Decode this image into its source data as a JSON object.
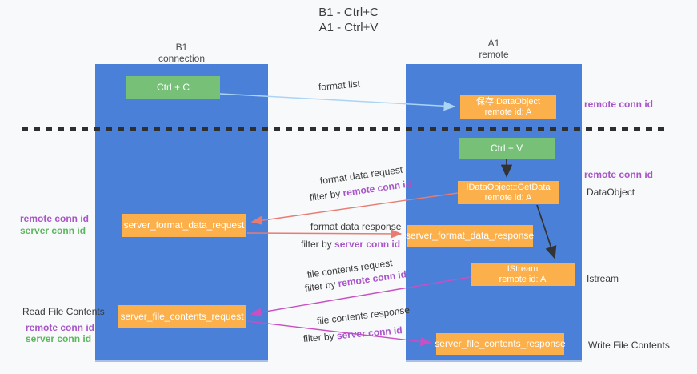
{
  "title": {
    "line1": "B1 - Ctrl+C",
    "line2": "A1 - Ctrl+V"
  },
  "lanes": {
    "left": {
      "name": "B1",
      "subtitle": "connection"
    },
    "right": {
      "name": "A1",
      "subtitle": "remote"
    }
  },
  "boxes": {
    "ctrl_c": {
      "label": "Ctrl + C"
    },
    "ctrl_v": {
      "label": "Ctrl + V"
    },
    "save_dataobject": {
      "line1": "保存IDataObject",
      "line2": "remote id: A"
    },
    "getdata": {
      "line1": "IDataObject::GetData",
      "line2": "remote id: A"
    },
    "istream": {
      "line1": "IStream",
      "line2": "remote id: A"
    },
    "format_request": {
      "label": "server_format_data_request"
    },
    "format_response": {
      "label": "server_format_data_response"
    },
    "file_request": {
      "label": "server_file_contents_request"
    },
    "file_response": {
      "label": "server_file_contents_response"
    }
  },
  "side_labels": {
    "right_remote_conn_1": "remote conn id",
    "right_remote_conn_2": "remote conn id",
    "dataobject": "DataObject",
    "istream": "Istream",
    "write_file": "Write File Contents",
    "read_file": "Read File Contents",
    "left_remote_conn_1": "remote conn id",
    "left_server_conn_1": "server conn id",
    "left_remote_conn_2": "remote conn id",
    "left_server_conn_2": "server conn id"
  },
  "flow_labels": {
    "format_list": "format list",
    "format_data_request": "format data request",
    "filter_by_1": "filter by ",
    "remote_conn_1": "remote conn id",
    "format_data_response": "format data response",
    "filter_by_2": "filter by ",
    "server_conn_2": "server conn id",
    "file_contents_request": "file contents request",
    "filter_by_3": "filter by ",
    "remote_conn_3": "remote conn id",
    "file_contents_response": "file contents response",
    "filter_by_4": "filter by ",
    "server_conn_4": "server conn id"
  },
  "colors": {
    "column_blue": "#4a80d8",
    "box_orange": "#fbb04c",
    "box_green": "#77c077",
    "arrow_blue": "#aad4f5",
    "arrow_red": "#e87c72",
    "arrow_magenta": "#c94fc3",
    "arrow_black": "#333333",
    "label_purple": "#a855c8",
    "label_green": "#5bb75b"
  }
}
